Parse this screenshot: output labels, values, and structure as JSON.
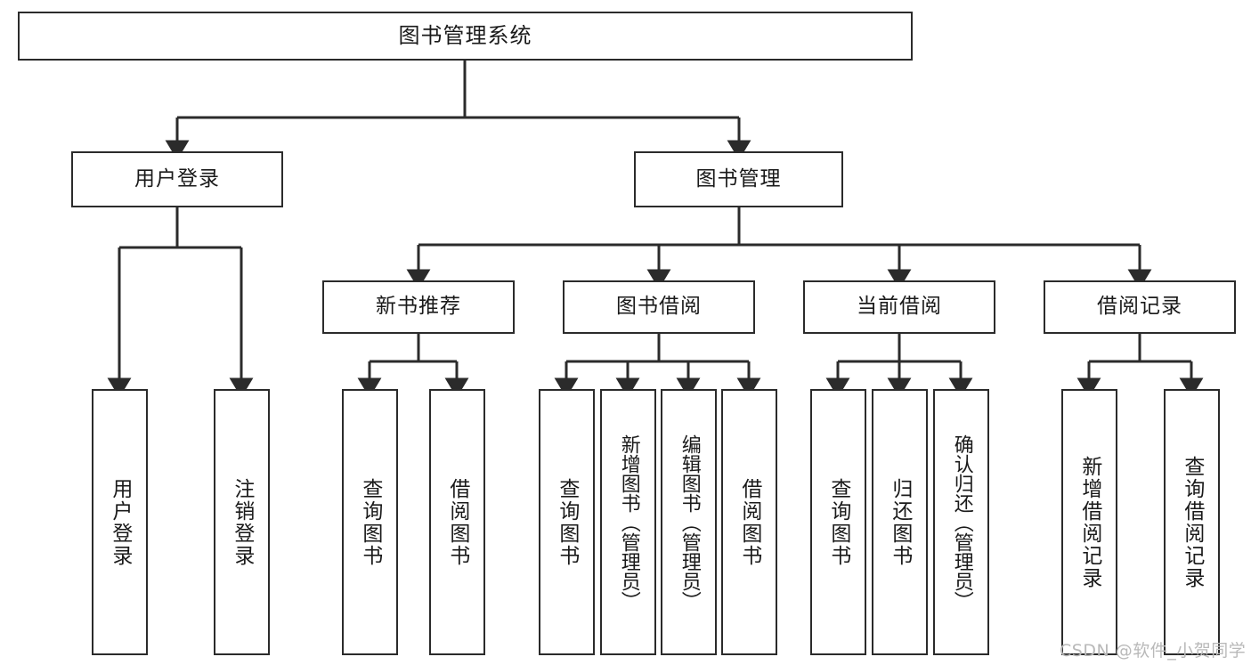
{
  "diagram": {
    "title": "图书管理系统",
    "type": "hierarchy-tree",
    "root": {
      "label": "图书管理系统"
    },
    "level2": [
      {
        "id": "user-login",
        "label": "用户登录"
      },
      {
        "id": "book-manage",
        "label": "图书管理"
      }
    ],
    "level3": [
      {
        "id": "new-book-recommend",
        "label": "新书推荐"
      },
      {
        "id": "book-borrow",
        "label": "图书借阅"
      },
      {
        "id": "current-borrow",
        "label": "当前借阅"
      },
      {
        "id": "borrow-record",
        "label": "借阅记录"
      }
    ],
    "leaves": {
      "user_login": [
        {
          "id": "leaf-user-login",
          "label": "用户登录"
        },
        {
          "id": "leaf-user-logout",
          "label": "注销登录"
        }
      ],
      "new_book_recommend": [
        {
          "id": "leaf-query-book-1",
          "label": "查询图书"
        },
        {
          "id": "leaf-borrow-book-1",
          "label": "借阅图书"
        }
      ],
      "book_borrow": [
        {
          "id": "leaf-query-book-2",
          "label": "查询图书"
        },
        {
          "id": "leaf-add-book",
          "label": "新增图书（管理员）"
        },
        {
          "id": "leaf-edit-book",
          "label": "编辑图书（管理员）"
        },
        {
          "id": "leaf-borrow-book-2",
          "label": "借阅图书"
        }
      ],
      "current_borrow": [
        {
          "id": "leaf-query-book-3",
          "label": "查询图书"
        },
        {
          "id": "leaf-return-book",
          "label": "归还图书"
        },
        {
          "id": "leaf-confirm-return",
          "label": "确认归还（管理员）"
        }
      ],
      "borrow_record": [
        {
          "id": "leaf-add-record",
          "label": "新增借阅记录"
        },
        {
          "id": "leaf-query-record",
          "label": "查询借阅记录"
        }
      ]
    }
  },
  "watermark": {
    "text": "CSDN @软件_小贺同学"
  },
  "colors": {
    "stroke": "#2b2b2b",
    "box_fill": "#ffffff",
    "text": "#1a1a1a",
    "watermark": "#b9b9b9",
    "background": "#ffffff"
  }
}
